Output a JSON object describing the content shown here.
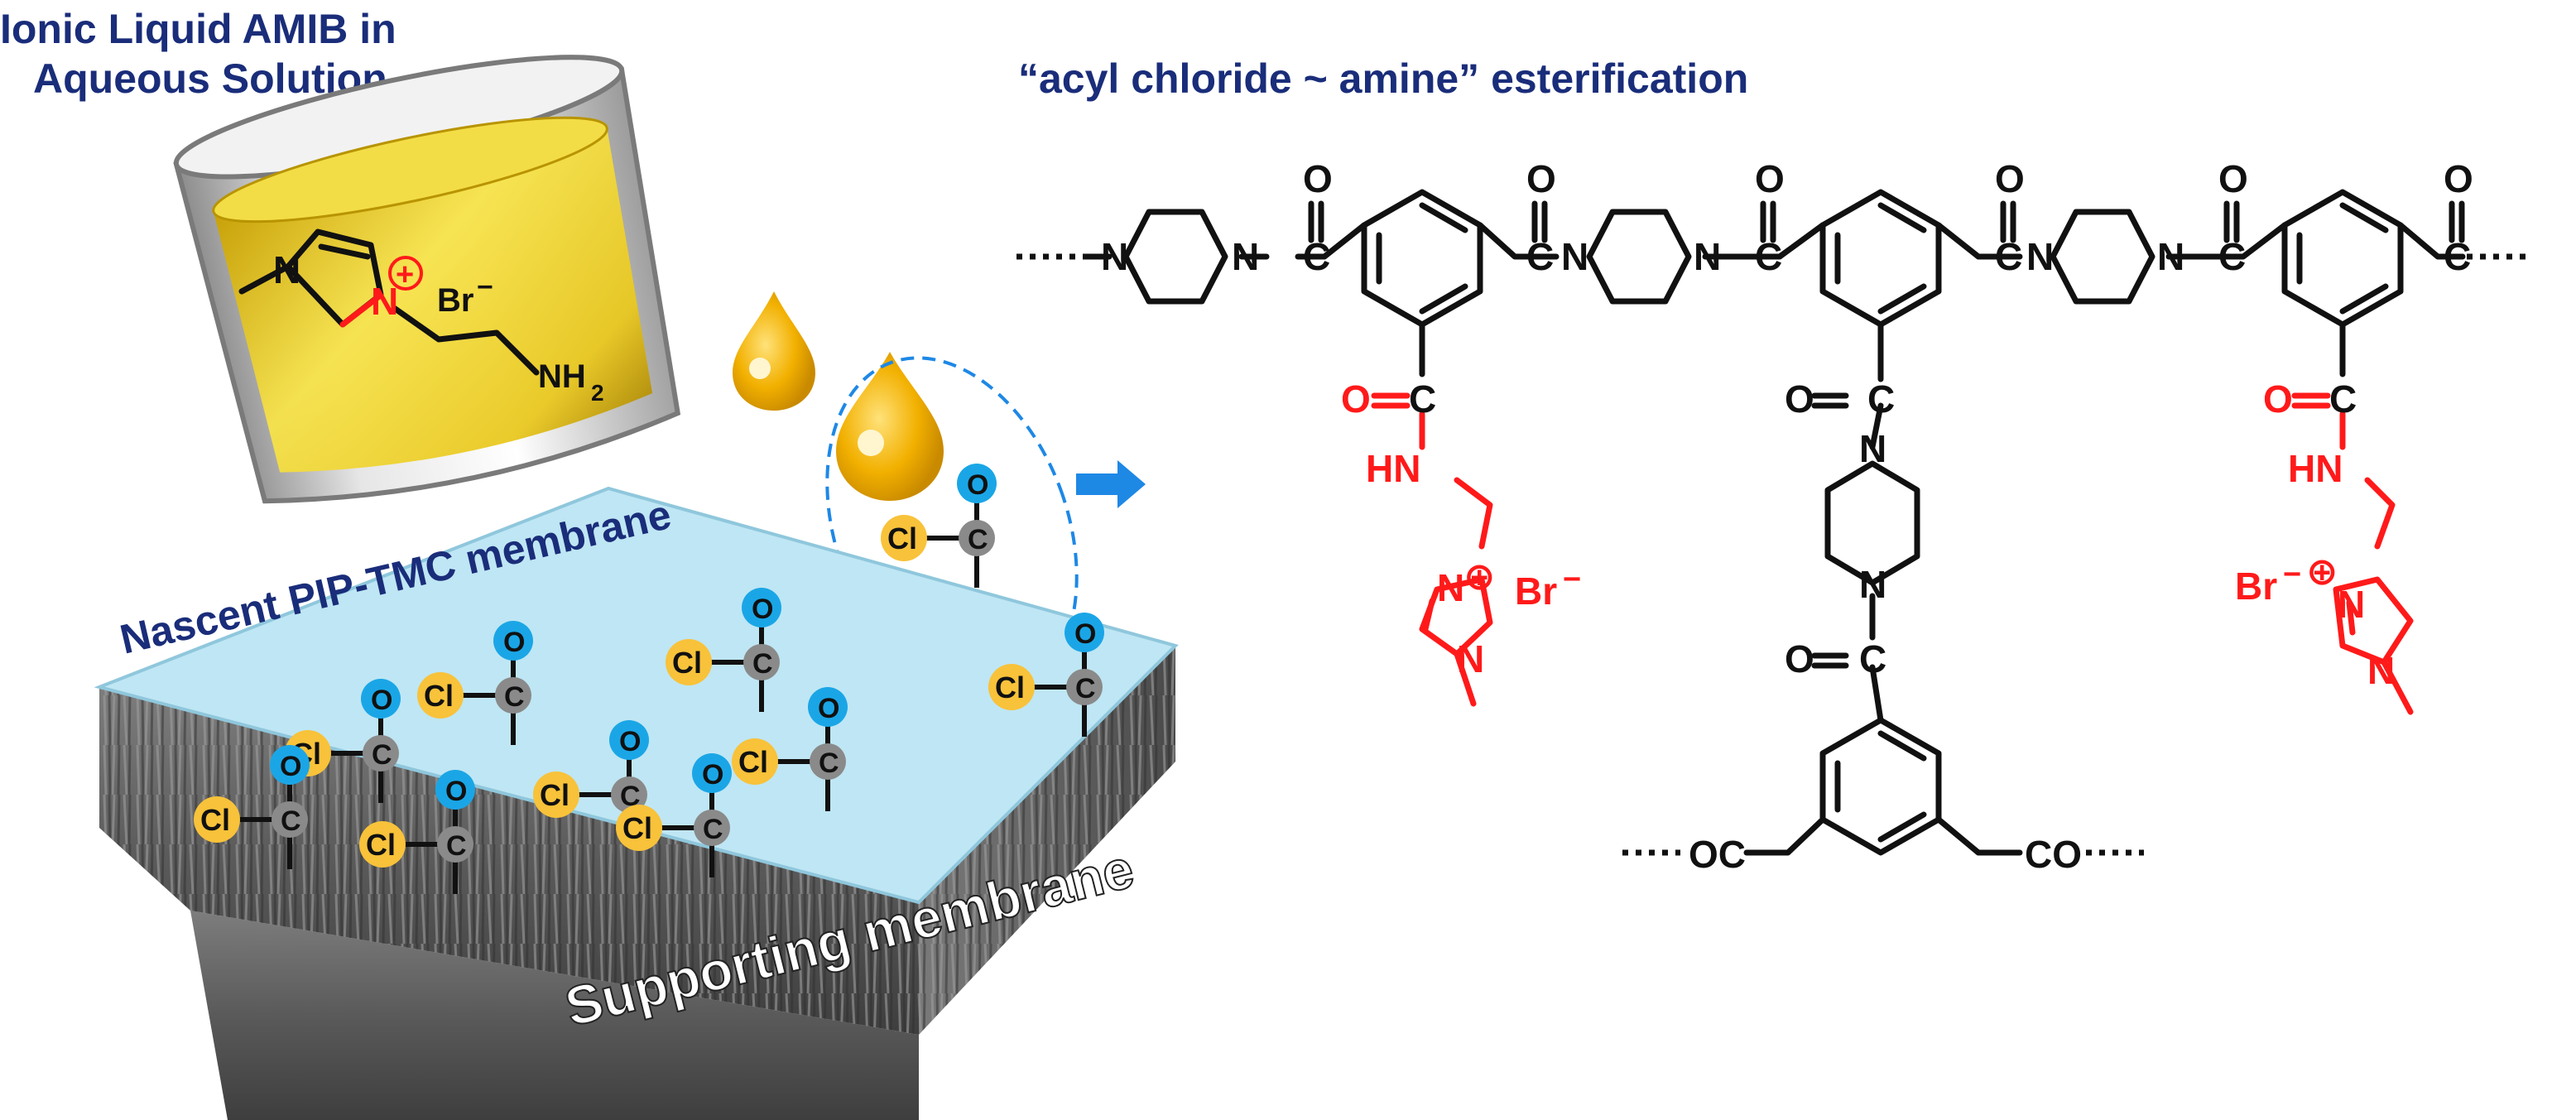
{
  "title_left_line1": "Ionic Liquid AMIB in",
  "title_left_line2": "Aqueous Solution",
  "title_right": "“acyl chloride ~ amine” esterification",
  "nascent_label": "Nascent PIP-TMC membrane",
  "support_label": "Supporting membrane",
  "cup_molecule": {
    "n1": "N",
    "n2": "N",
    "plus": "+",
    "anion": "Br",
    "anion_charge": "−",
    "amine": "NH",
    "amine_sub": "2"
  },
  "group_atoms": {
    "cl": "Cl",
    "c": "C",
    "o": "O"
  },
  "structure": {
    "n": "N",
    "c": "C",
    "o": "O",
    "hn": "HN",
    "br": "Br",
    "charge_neg": "−",
    "plus": "⊕",
    "oc": "OC",
    "co": "CO",
    "dots": "····",
    "dash": "–"
  },
  "colors": {
    "title": "#1a2d7a",
    "ionic_red": "#ff1a1a",
    "arrow_blue": "#1e88e5",
    "membrane_top": "#bfe6f4",
    "droplet": "#f4b400",
    "oxygen": "#1aa6e6",
    "chlorine": "#f8c23a",
    "carbon": "#8a8a8a"
  }
}
